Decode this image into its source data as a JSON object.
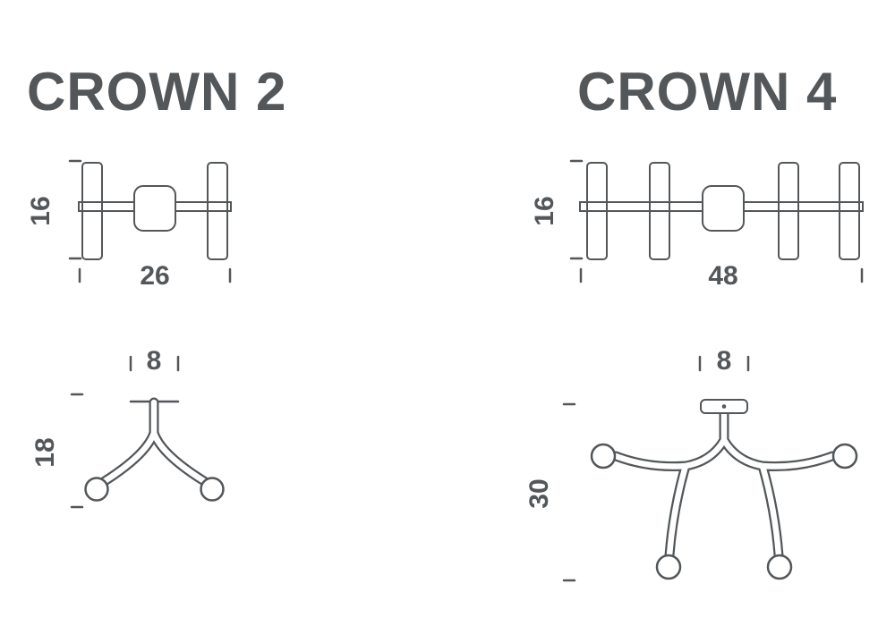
{
  "page": {
    "background": "#ffffff",
    "line_color": "#53575a"
  },
  "crown2": {
    "title": "CROWN 2",
    "side_view": {
      "height_label": "16",
      "width_label": "26"
    },
    "bottom_view": {
      "canopy_label": "8",
      "height_label": "18"
    }
  },
  "crown4": {
    "title": "CROWN 4",
    "side_view": {
      "height_label": "16",
      "width_label": "48"
    },
    "bottom_view": {
      "canopy_label": "8",
      "height_label": "30"
    }
  }
}
